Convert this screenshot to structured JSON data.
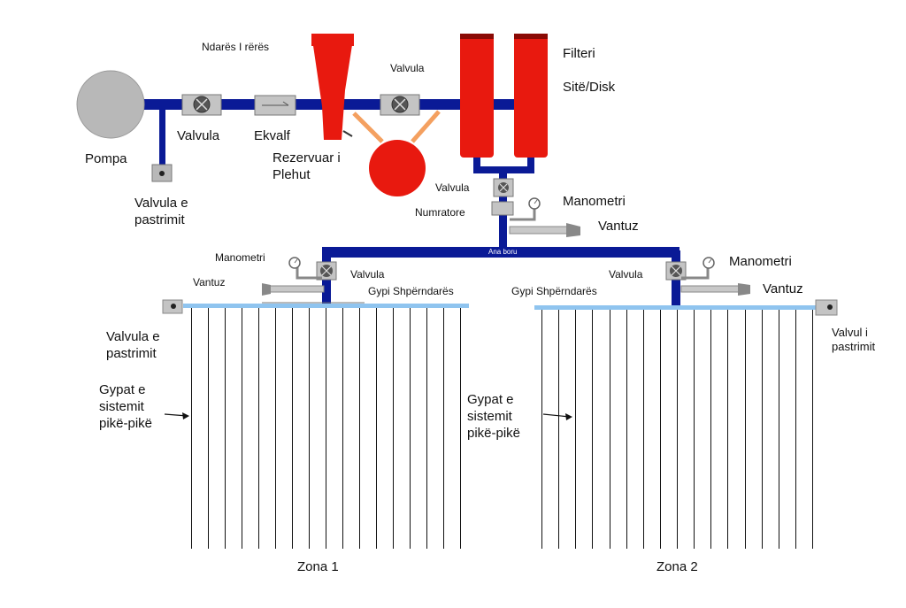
{
  "labels": {
    "separator": "Ndarës I rërës",
    "valve_top": "Valvula",
    "filter": "Filteri",
    "filter_type": "Sitë/Disk",
    "valve_left": "Valvula",
    "check_valve": "Ekvalf",
    "pump": "Pompa",
    "tank": "Rezervuar i Plehut",
    "flush_valve_left": "Valvula e pastrimit",
    "valve_meter": "Valvula",
    "meter": "Numratore",
    "manometer_top": "Manometri",
    "vacuum_top": "Vantuz",
    "main_pipe": "Ana boru",
    "manometer_z1": "Manometri",
    "valve_z1": "Valvula",
    "vacuum_z1": "Vantuz",
    "distributor_z1": "Gypi Shpërndarës",
    "distributor_z2": "Gypi Shpërndarës",
    "valve_z2": "Valvula",
    "manometer_z2": "Manometri",
    "vacuum_z2": "Vantuz",
    "flush_valve_z1": "Valvula e pastrimit",
    "flush_valve_z2": "Valvul i pastrimit",
    "drip_pipes_z1": "Gypat e sistemit pikë-pikë",
    "drip_pipes_z2": "Gypat e sistemit pikë-pikë",
    "zone1": "Zona 1",
    "zone2": "Zona 2"
  },
  "colors": {
    "pipe": "#0a1a96",
    "red": "#e8190f",
    "dark_red": "#8a0a05",
    "orange": "#f4a060",
    "gray": "#b8b8b8",
    "light_blue": "#8fc4ef",
    "drip_line": "#111111"
  },
  "icons": {
    "pump": "pump-circle",
    "valve": "gate-valve-x",
    "check_valve": "check-valve-arrow",
    "separator": "sand-separator-funnel",
    "tank": "fertilizer-tank",
    "filter": "filter-cylinder",
    "manometer": "pressure-gauge",
    "vacuum": "air-vacuum-valve",
    "meter": "water-meter"
  }
}
